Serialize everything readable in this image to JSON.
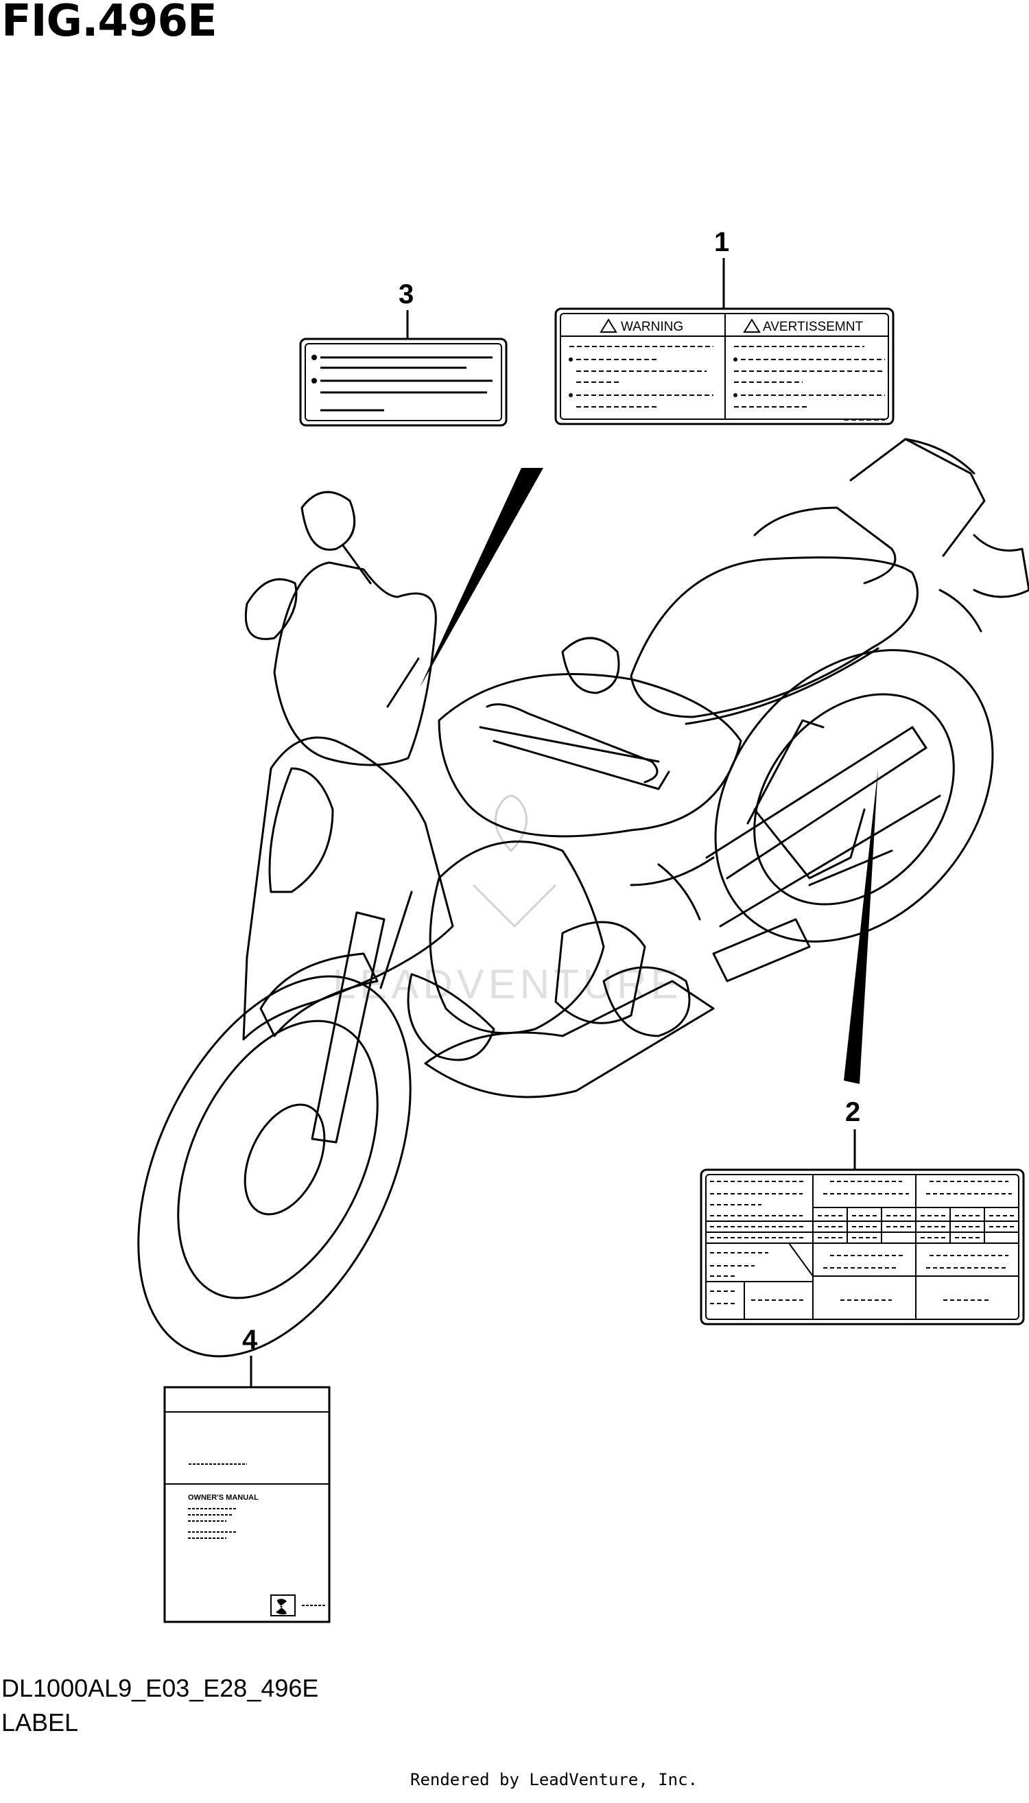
{
  "figure": {
    "title": "FIG.496E",
    "model_code": "DL1000AL9_E03_E28_496E",
    "caption": "LABEL",
    "footer": "Rendered by LeadVenture, Inc.",
    "watermark": "LEADVENTURE"
  },
  "callouts": [
    "1",
    "2",
    "3",
    "4"
  ],
  "label_1": {
    "left_heading": "WARNING",
    "right_heading": "AVERTISSEMNT"
  },
  "label_4": {
    "heading": "OWNER'S MANUAL"
  },
  "colors": {
    "line": "#000000",
    "background": "#ffffff",
    "watermark": "#d9d9d9"
  }
}
